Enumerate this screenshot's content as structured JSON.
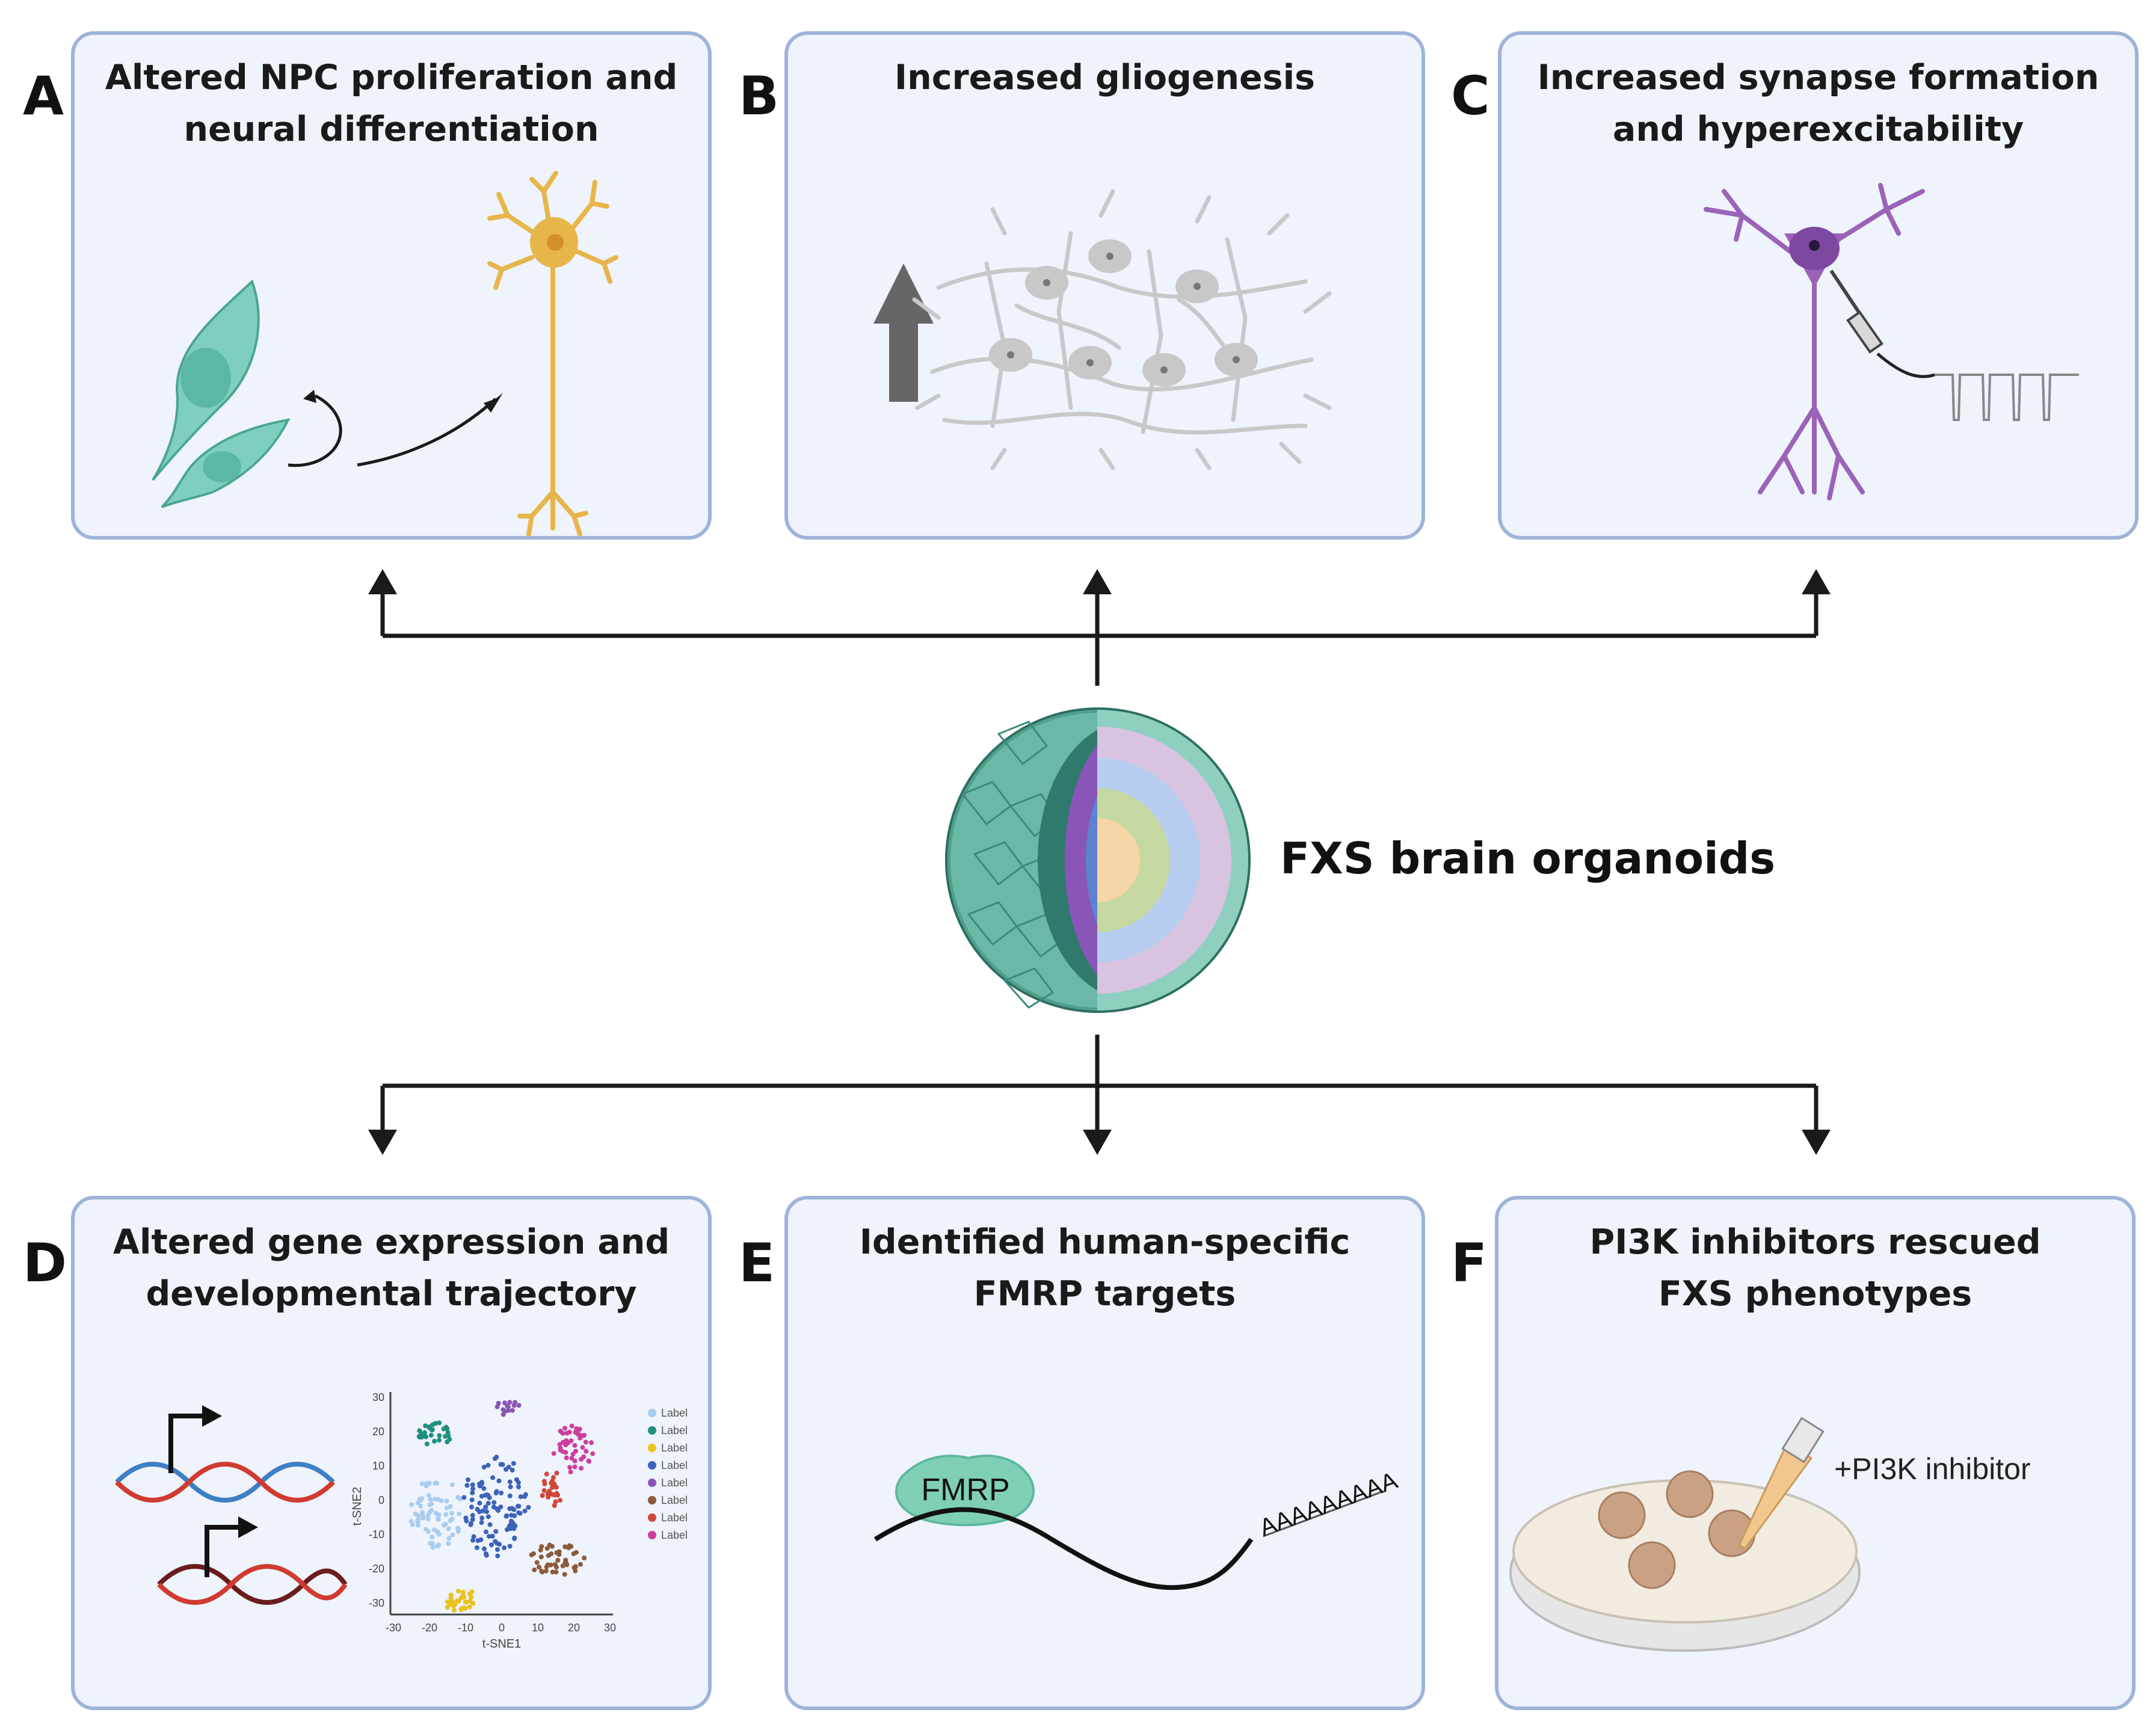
{
  "center": {
    "label": "FXS brain organoids"
  },
  "panels": [
    {
      "letter": "A",
      "title": "Altered NPC proliferation and\nneural differentiation"
    },
    {
      "letter": "B",
      "title": "Increased gliogenesis"
    },
    {
      "letter": "C",
      "title": "Increased synapse formation\nand hyperexcitability"
    },
    {
      "letter": "D",
      "title": "Altered gene expression and\ndevelopmental trajectory"
    },
    {
      "letter": "E",
      "title": "Identified human-specific\nFMRP targets"
    },
    {
      "letter": "F",
      "title": "PI3K inhibitors rescued\nFXS phenotypes"
    }
  ],
  "tsne": {
    "xlabel": "t-SNE1",
    "ylabel": "t-SNE2",
    "xticks": [
      "-30",
      "-20",
      "-10",
      "0",
      "10",
      "20",
      "30"
    ],
    "yticks": [
      "30",
      "20",
      "10",
      "0",
      "-10",
      "-20",
      "-30"
    ],
    "legend": [
      "Label",
      "Label",
      "Label",
      "Label",
      "Label",
      "Label",
      "Label",
      "Label"
    ],
    "colors": [
      "#a9cdee",
      "#1f8f7e",
      "#e9c21e",
      "#3e62b8",
      "#8a55b8",
      "#8c5a3a",
      "#d0473a",
      "#cc3fa0"
    ]
  },
  "fmrp": {
    "protein": "FMRP",
    "polya": "AAAAAAAAA"
  },
  "pi3k": {
    "label": "+PI3K inhibitor"
  },
  "colors": {
    "panel_fill": "#eef3fc",
    "panel_border": "#9fb3d9",
    "neuron": "#e7b54a",
    "npc": "#7ecfc0",
    "glia": "#c8c8c8",
    "pyramidal": "#9b63b8"
  }
}
